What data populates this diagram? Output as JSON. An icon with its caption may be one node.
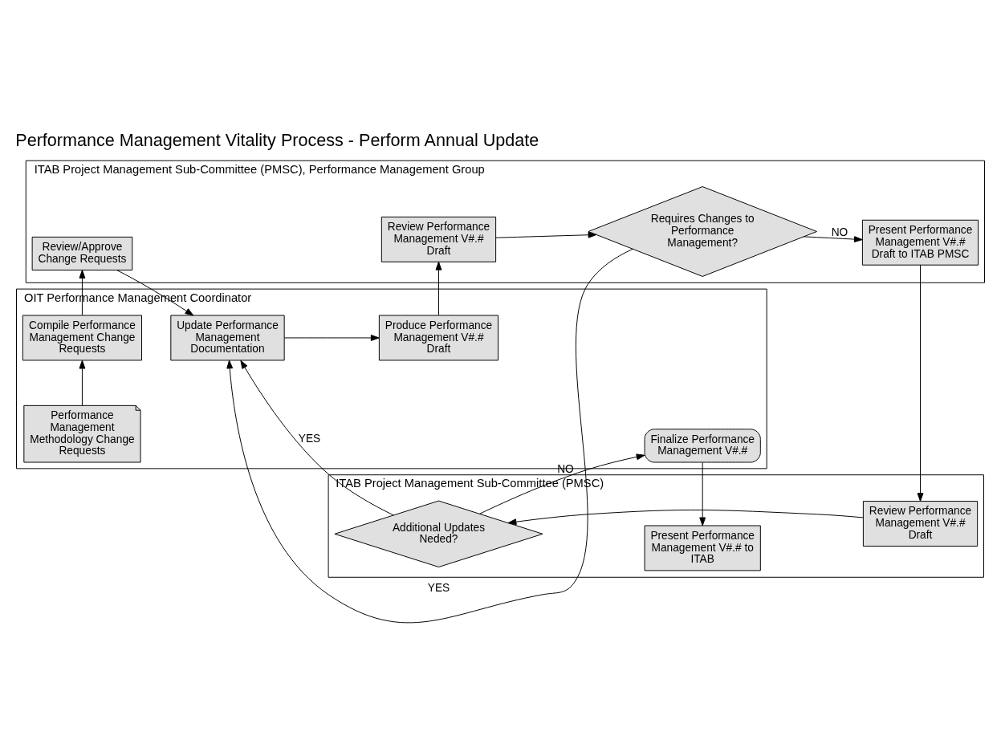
{
  "diagram": {
    "title": "Performance Management Vitality Process - Perform Annual Update",
    "nodes": [
      {
        "text": [
          "ITAB Project Management Sub-Committee (PMSC)"
        ]
      },
      {
        "text": [
          "ITAB Project Management Sub-Committee (PMSC), Performance Management Group"
        ]
      },
      {
        "text": [
          "OIT Performance Management Coordinator"
        ]
      },
      {
        "text": [
          "Additional Updates Neded?"
        ],
        "in": 0
      },
      {
        "text": [
          "Review Performance Management V#.# Draft"
        ],
        "in": 0
      },
      {
        "text": [
          "Present Performance Management V#.# to ITAB"
        ],
        "in": 0
      },
      {
        "text": [
          "Review/Approve Change Requests"
        ],
        "in": 1
      },
      {
        "text": [
          "Review Performance Management V#.# Draft"
        ],
        "in": 1
      },
      {
        "text": [
          "Requires Changes to Performance Management?"
        ],
        "in": 1
      },
      {
        "text": [
          "Present Performance Management V#.# Draft to ITAB PMSC"
        ],
        "in": 1
      },
      {
        "text": [
          "Compile Performance Management Change Requests"
        ],
        "in": 2
      },
      {
        "text": [
          "Update Performance Management Documentation"
        ],
        "in": 2
      },
      {
        "text": [
          "Produce Performance Management V#.# Draft"
        ],
        "in": 2
      },
      {
        "text": [
          "Finalize Performance Management V#.#"
        ],
        "in": 2
      },
      {
        "text": [
          "Performance Management Methodology Change Requests"
        ],
        "in": 2
      }
    ],
    "edges": [
      {
        "from": 14,
        "to": 10,
        "arrow": "to"
      },
      {
        "from": 10,
        "to": 6,
        "arrow": "to"
      },
      {
        "from": 6,
        "to": 11,
        "arrow": "to"
      },
      {
        "from": 11,
        "to": 12,
        "arrow": "to"
      },
      {
        "from": 12,
        "to": 7,
        "arrow": "to"
      },
      {
        "from": 7,
        "to": 8,
        "arrow": "to"
      },
      {
        "from": 8,
        "to": 11,
        "arrow": "to",
        "label": "YES"
      },
      {
        "from": 8,
        "to": 9,
        "arrow": "to",
        "label": "NO"
      },
      {
        "from": 9,
        "to": 4,
        "arrow": "to"
      },
      {
        "from": 4,
        "to": 3,
        "arrow": "to"
      },
      {
        "from": 3,
        "to": 11,
        "arrow": "to",
        "label": "YES"
      },
      {
        "from": 3,
        "to": 13,
        "arrow": "to",
        "label": "NO"
      },
      {
        "from": 13,
        "to": 5,
        "arrow": "to"
      }
    ]
  }
}
